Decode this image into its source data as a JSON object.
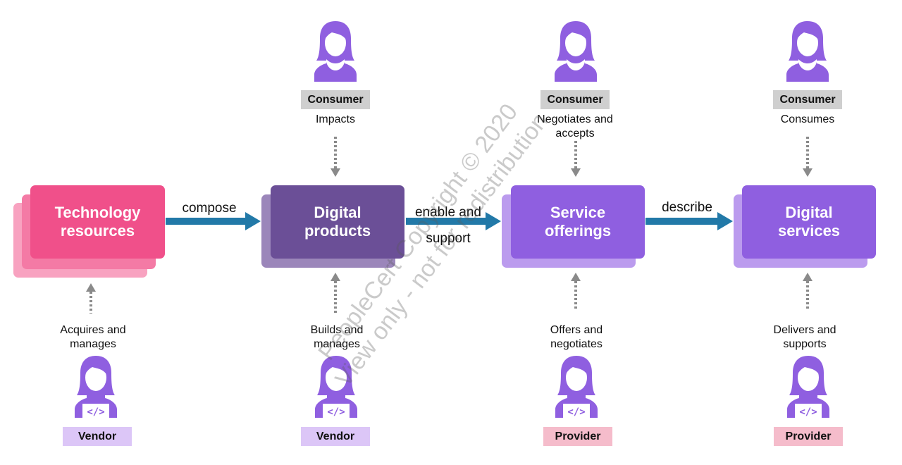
{
  "colors": {
    "tech": "#f0508a",
    "tech_shadow1": "#f47aa5",
    "tech_shadow2": "#f8a2c0",
    "digital_products": "#6b4f97",
    "digital_products_shadow": "#9b86ba",
    "offerings": "#8f5fe0",
    "offerings_shadow": "#bb9bee",
    "services": "#8f5fe0",
    "services_shadow": "#bb9bee",
    "arrow": "#2279a8",
    "dotted": "#8a8a8a",
    "person": "#8f5fe0"
  },
  "nodes": {
    "technology": "Technology\nresources",
    "products": "Digital\nproducts",
    "offerings": "Service\nofferings",
    "services": "Digital\nservices"
  },
  "flows": {
    "compose": "compose",
    "enable": "enable and\nsupport",
    "describe": "describe"
  },
  "consumers": {
    "products": {
      "tag": "Consumer",
      "action": "Impacts"
    },
    "offerings": {
      "tag": "Consumer",
      "action": "Negotiates and\naccepts"
    },
    "services": {
      "tag": "Consumer",
      "action": "Consumes"
    }
  },
  "suppliers": {
    "technology": {
      "tag": "Vendor",
      "action": "Acquires and\nmanages"
    },
    "products": {
      "tag": "Vendor",
      "action": "Builds and\nmanages"
    },
    "offerings": {
      "tag": "Provider",
      "action": "Offers and\nnegotiates"
    },
    "services": {
      "tag": "Provider",
      "action": "Delivers and\nsupports"
    }
  },
  "watermark": {
    "line1": "PeopleCert Copyright © 2020",
    "line2": "View only - not for redistribution"
  }
}
